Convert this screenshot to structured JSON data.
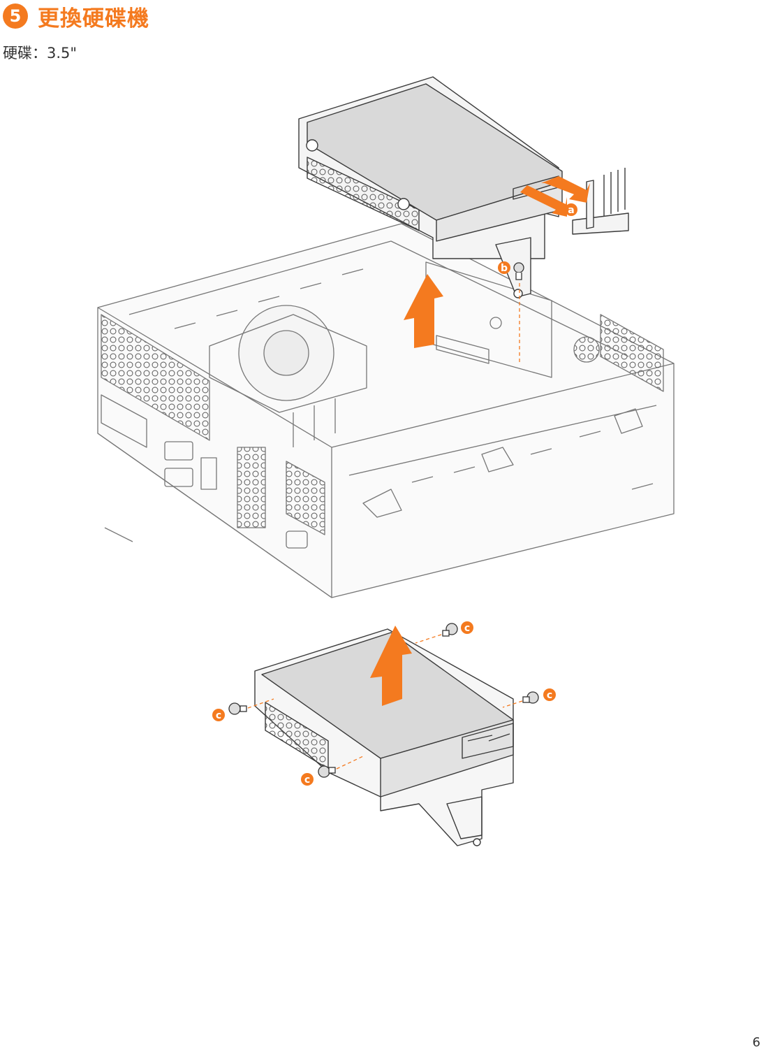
{
  "header": {
    "step_number": "5",
    "title": "更換硬碟機"
  },
  "subtitle": "硬碟：3.5\"",
  "callouts": {
    "a": "a",
    "b": "b",
    "c1": "c",
    "c2": "c",
    "c3": "c",
    "c4": "c"
  },
  "page_number": "6",
  "colors": {
    "accent": "#f47a1f",
    "line": "#3a3a3a",
    "drive_fill": "#d9d9d9"
  }
}
